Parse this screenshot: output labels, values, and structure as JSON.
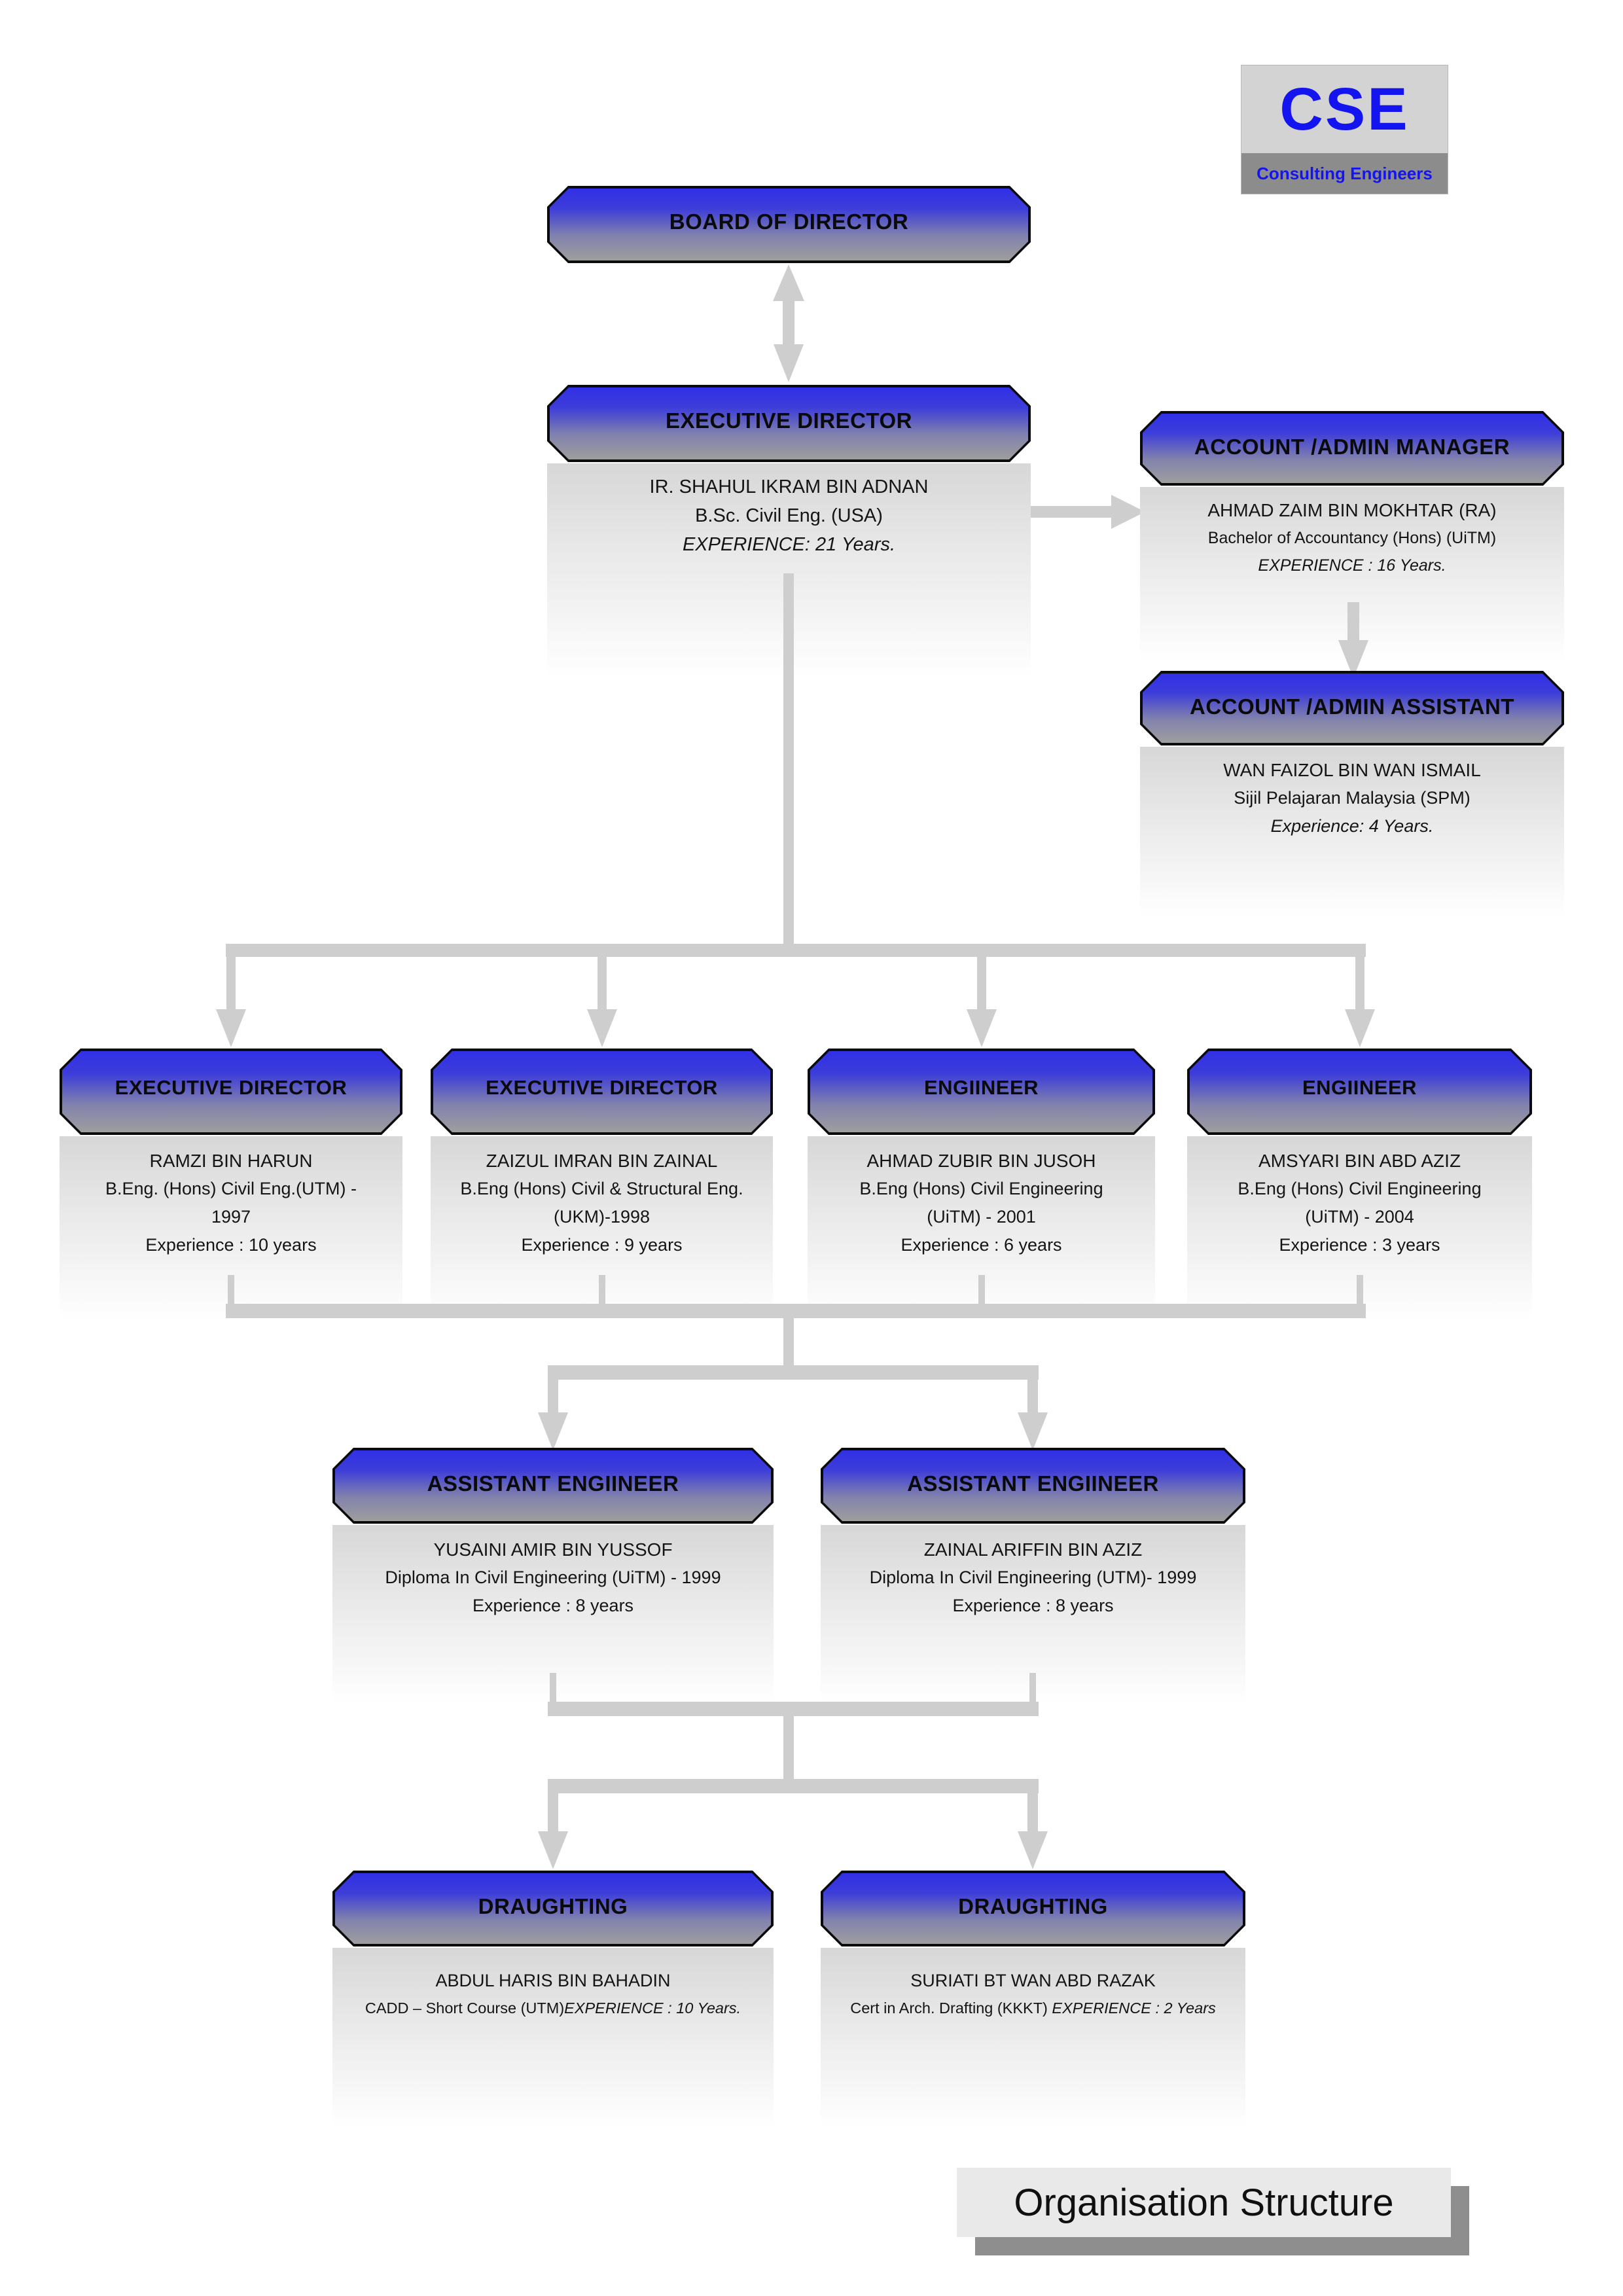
{
  "logo": {
    "acronym": "CSE",
    "tagline": "Consulting Engineers"
  },
  "footer": {
    "title": "Organisation Structure"
  },
  "colors": {
    "header_blue": "#3030e6",
    "header_gray": "#9e9e9e",
    "connector_gray": "#cecece",
    "logo_blue": "#1414f0",
    "panel_gray": "#d7d7d7"
  },
  "nodes": {
    "board": {
      "title": "BOARD OF DIRECTOR"
    },
    "executive": {
      "title": "EXECUTIVE DIRECTOR",
      "name": "IR. SHAHUL IKRAM BIN ADNAN",
      "qualification": "B.Sc. Civil Eng. (USA)",
      "experience": "EXPERIENCE: 21 Years."
    },
    "account_manager": {
      "title": "ACCOUNT /ADMIN MANAGER",
      "name": "AHMAD ZAIM BIN MOKHTAR (RA)",
      "qualification": "Bachelor of Accountancy (Hons) (UiTM)",
      "experience": "EXPERIENCE : 16 Years."
    },
    "account_assistant": {
      "title": "ACCOUNT /ADMIN ASSISTANT",
      "name": "WAN FAIZOL BIN WAN ISMAIL",
      "qualification": "Sijil Pelajaran Malaysia (SPM)",
      "experience": "Experience: 4 Years."
    },
    "level3": [
      {
        "title": "EXECUTIVE DIRECTOR",
        "name": "RAMZI BIN HARUN",
        "qual_line1": "B.Eng. (Hons) Civil Eng.(UTM) -",
        "qual_line2": "1997",
        "experience": "Experience : 10 years"
      },
      {
        "title": "EXECUTIVE DIRECTOR",
        "name": "ZAIZUL IMRAN BIN ZAINAL",
        "qual_line1": "B.Eng (Hons) Civil & Structural Eng.",
        "qual_line2": "(UKM)-1998",
        "experience": "Experience : 9 years"
      },
      {
        "title": "ENGIINEER",
        "name": "AHMAD ZUBIR BIN JUSOH",
        "qual_line1": "B.Eng (Hons) Civil Engineering",
        "qual_line2": "(UiTM) - 2001",
        "experience": "Experience : 6 years"
      },
      {
        "title": "ENGIINEER",
        "name": "AMSYARI BIN ABD AZIZ",
        "qual_line1": "B.Eng (Hons) Civil Engineering",
        "qual_line2": "(UiTM) - 2004",
        "experience": "Experience : 3 years"
      }
    ],
    "level4": [
      {
        "title": "ASSISTANT ENGIINEER",
        "name": "YUSAINI AMIR BIN YUSSOF",
        "qualification": "Diploma In Civil Engineering (UiTM) - 1999",
        "experience": "Experience : 8 years"
      },
      {
        "title": "ASSISTANT ENGIINEER",
        "name": "ZAINAL ARIFFIN BIN AZIZ",
        "qualification": "Diploma In Civil Engineering (UTM)- 1999",
        "experience": "Experience : 8 years"
      }
    ],
    "level5": [
      {
        "title": "DRAUGHTING",
        "name": "ABDUL HARIS BIN BAHADIN",
        "qualification": "CADD – Short Course (UTM)",
        "experience": "EXPERIENCE : 10 Years."
      },
      {
        "title": "DRAUGHTING",
        "name": "SURIATI BT WAN ABD RAZAK",
        "qualification": "Cert in Arch. Drafting (KKKT) ",
        "experience": "EXPERIENCE : 2 Years"
      }
    ]
  }
}
